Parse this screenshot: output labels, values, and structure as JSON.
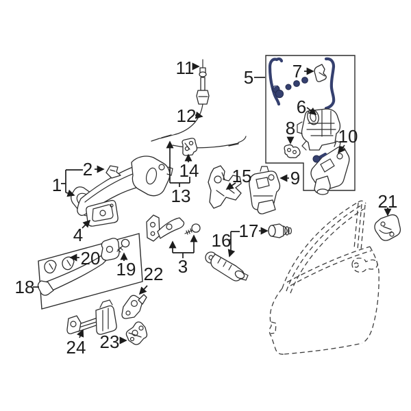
{
  "diagram": {
    "background_color": "#ffffff",
    "ink_color": "#2b2b2b",
    "accent_color": "#35406f",
    "callouts": [
      {
        "number": "1"
      },
      {
        "number": "2"
      },
      {
        "number": "3"
      },
      {
        "number": "4"
      },
      {
        "number": "5"
      },
      {
        "number": "6"
      },
      {
        "number": "7"
      },
      {
        "number": "8"
      },
      {
        "number": "9"
      },
      {
        "number": "10"
      },
      {
        "number": "11"
      },
      {
        "number": "12"
      },
      {
        "number": "13"
      },
      {
        "number": "14"
      },
      {
        "number": "15"
      },
      {
        "number": "16"
      },
      {
        "number": "17"
      },
      {
        "number": "18"
      },
      {
        "number": "19"
      },
      {
        "number": "20"
      },
      {
        "number": "21"
      },
      {
        "number": "22"
      },
      {
        "number": "23"
      },
      {
        "number": "24"
      }
    ]
  }
}
